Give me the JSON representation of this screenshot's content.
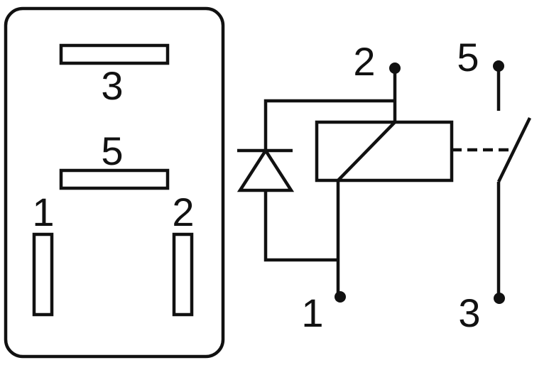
{
  "relay_diagram": {
    "footprint": {
      "pin_labels": {
        "pin3": "3",
        "pin5": "5",
        "pin1": "1",
        "pin2": "2"
      }
    },
    "schematic": {
      "terminal_labels": {
        "t2": "2",
        "t5": "5",
        "t1": "1",
        "t3": "3"
      }
    },
    "colors": {
      "ink": "#111111",
      "background": "#ffffff"
    }
  }
}
